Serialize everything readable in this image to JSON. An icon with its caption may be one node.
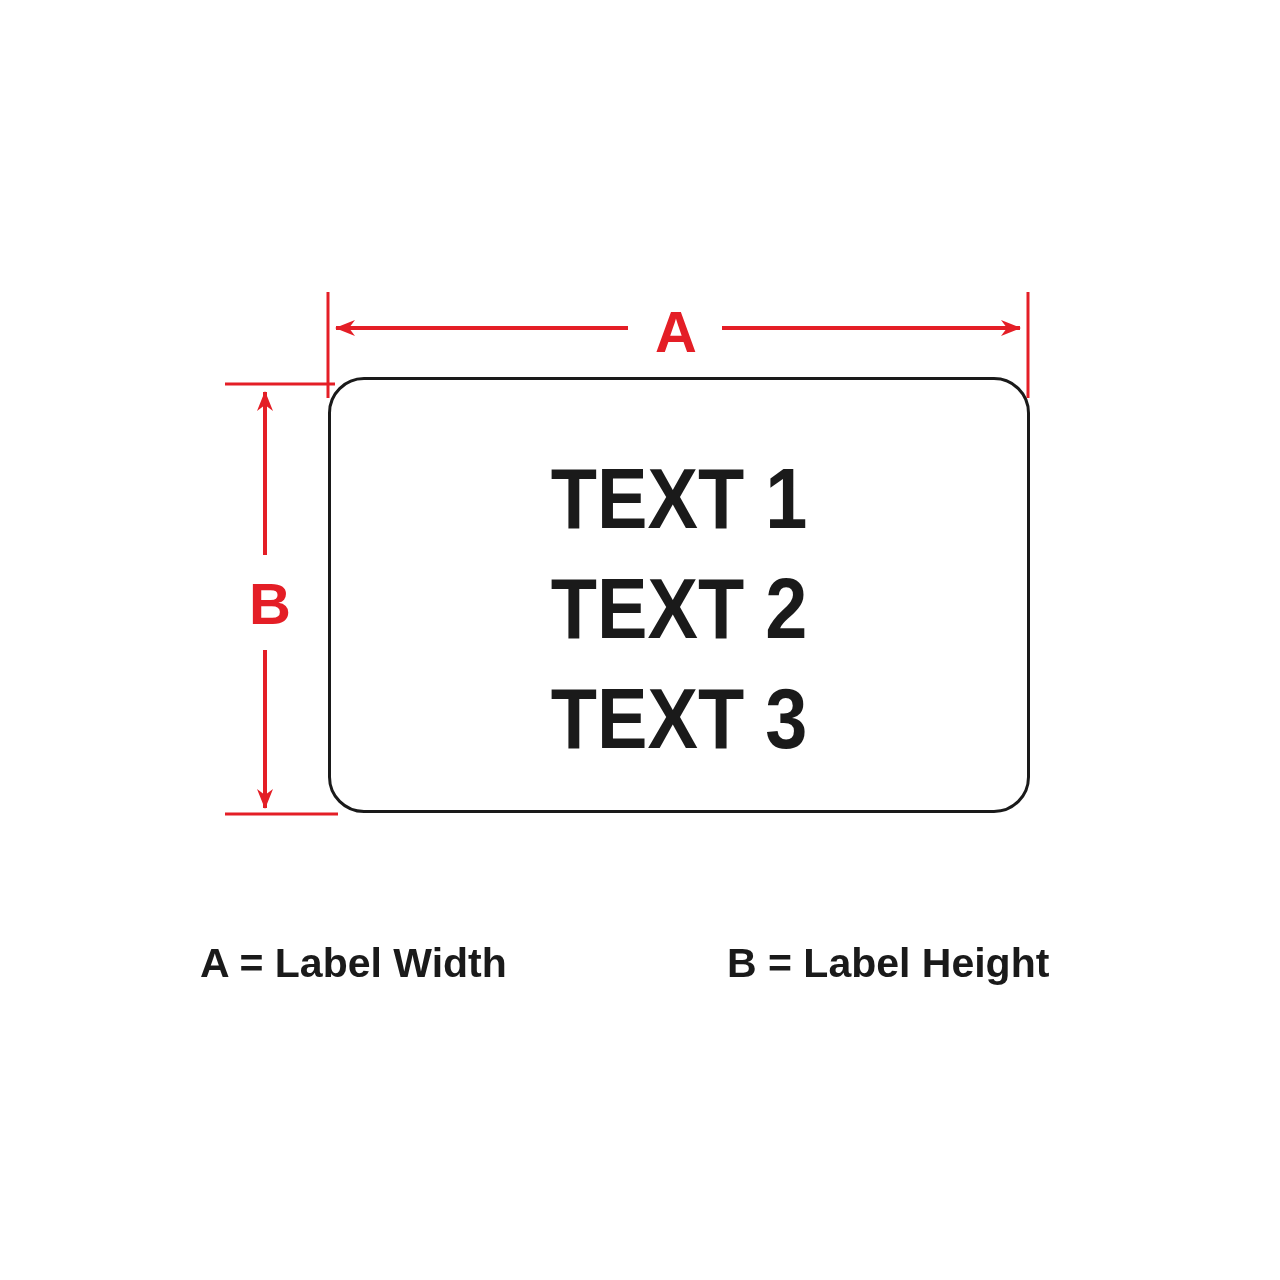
{
  "diagram": {
    "nodes": [
      {
        "text": [
          "TEXT 1",
          "TEXT 2",
          "TEXT 3"
        ]
      }
    ],
    "edges": [],
    "labels": [
      "A",
      "B",
      "A = Label Width",
      "B = Label Height"
    ]
  }
}
